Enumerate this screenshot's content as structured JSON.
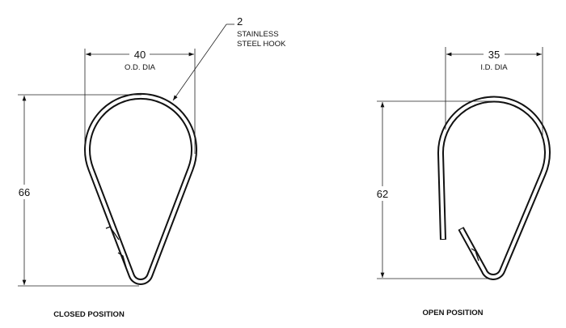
{
  "closed": {
    "width_value": "40",
    "width_label": "O.D. DIA",
    "height_value": "66",
    "caption": "CLOSED POSITION",
    "callout_number": "2",
    "callout_line1": "STAINLESS",
    "callout_line2": "STEEL HOOK"
  },
  "open": {
    "width_value": "35",
    "width_label": "I.D. DIA",
    "height_value": "62",
    "caption": "OPEN POSITION"
  }
}
